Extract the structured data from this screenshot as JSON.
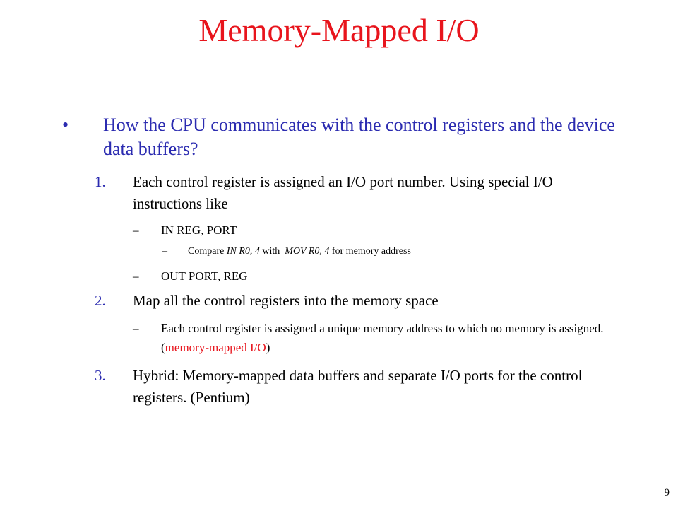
{
  "slide": {
    "title": "Memory-Mapped I/O",
    "page_number": "9",
    "main_bullet": {
      "marker": "•",
      "text": "How the CPU communicates with the control registers and the device data buffers?"
    },
    "items": [
      {
        "number": "1.",
        "text": "Each control register is assigned an I/O port number. Using special I/O instructions like",
        "subs": [
          {
            "dash": "–",
            "text": "IN REG, PORT"
          },
          {
            "dash": "–",
            "compare_prefix": "Compare ",
            "compare_in": "IN R0, 4",
            "compare_with": " with  ",
            "compare_mov": "MOV R0, 4",
            "compare_suffix": " for memory address"
          },
          {
            "dash": "–",
            "text": "OUT PORT, REG"
          }
        ]
      },
      {
        "number": "2.",
        "text": "Map all the control registers into the memory space",
        "subs": [
          {
            "dash": "–",
            "text_before": "Each control register is assigned a unique memory address to which no memory is assigned. (",
            "highlight": "memory-mapped I/O",
            "text_after": ")"
          }
        ]
      },
      {
        "number": "3.",
        "text": "Hybrid: Memory-mapped data buffers and separate I/O ports for the control registers. (Pentium)"
      }
    ]
  },
  "colors": {
    "title": "#e8141c",
    "bullet": "#2b2bb0",
    "body": "#000000",
    "highlight": "#e8141c"
  }
}
